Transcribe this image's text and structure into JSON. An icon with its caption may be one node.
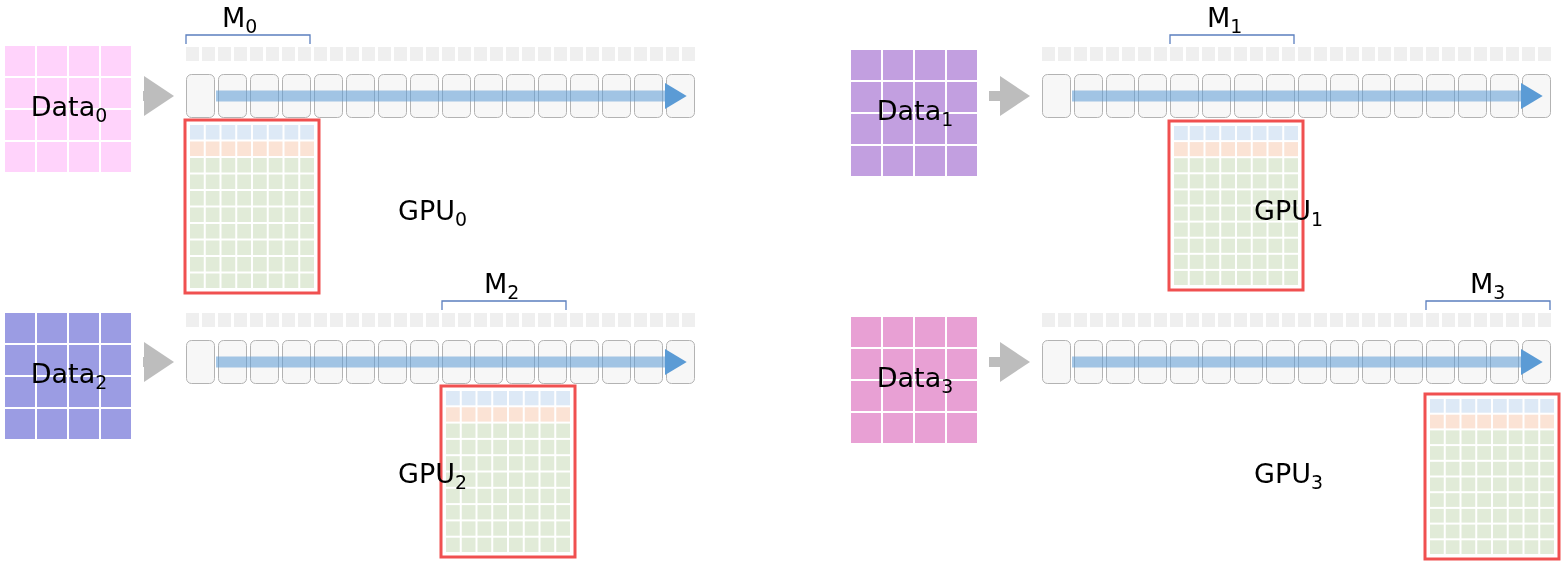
{
  "diagram": {
    "nodes": [
      {
        "text": [
          "Data$_{0}$"
        ]
      },
      {
        "text": [],
        "shape": "box"
      },
      {
        "text": [
          "Data$_{1}$"
        ]
      },
      {
        "text": [],
        "shape": "box"
      },
      {
        "text": [
          "Data$_{2}$"
        ]
      },
      {
        "text": [],
        "shape": "box"
      },
      {
        "text": [
          "Data$_{3}$"
        ]
      },
      {
        "text": [],
        "shape": "box"
      }
    ],
    "edges": [
      {
        "from": 0,
        "to": 1,
        "arrow": "to"
      },
      {
        "from": 2,
        "to": 3,
        "arrow": "to"
      },
      {
        "from": 4,
        "to": 5,
        "arrow": "to"
      },
      {
        "from": 6,
        "to": 7,
        "arrow": "to"
      }
    ],
    "labels": [
      "M$_{0}$",
      "M$_{1}$",
      "GPU$_{0}$",
      "GPU$_{1}$",
      "M$_{2}$",
      "M$_{3}$",
      "GPU$_{2}$",
      "GPU$_{3}$"
    ]
  }
}
